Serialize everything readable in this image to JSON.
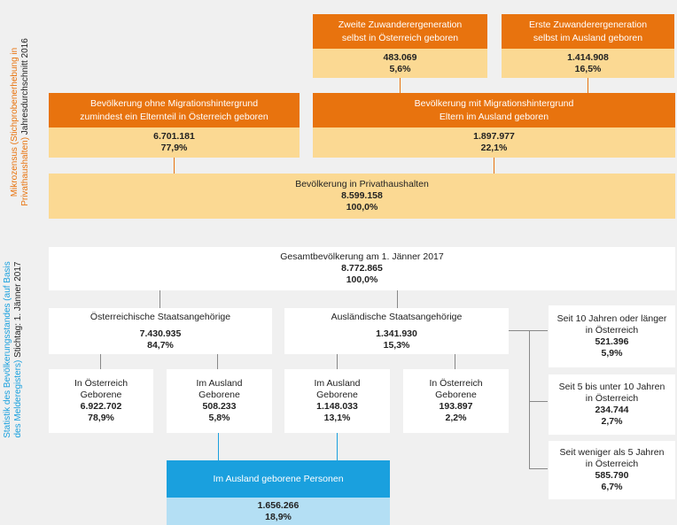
{
  "side": {
    "mikro_l1_colored": "Mikrozensus (Stichprobenerhebung in",
    "mikro_l2_colored": "Privathaushalten)",
    "mikro_l2_dark": "Jahresdurchschnitt 2016",
    "stat_l1_colored": "Statistik des Bevölkerungsstandes (auf Basis",
    "stat_l2_colored": "des Melderegisters)",
    "stat_l2_dark": "Stichtag: 1. Jänner 2017"
  },
  "zweite": {
    "line1": "Zweite Zuwanderergeneration",
    "line2": "selbst in Österreich geboren",
    "value": "483.069",
    "pct": "5,6%"
  },
  "erste": {
    "line1": "Erste Zuwanderergeneration",
    "line2": "selbst im Ausland geboren",
    "value": "1.414.908",
    "pct": "16,5%"
  },
  "ohne": {
    "line1": "Bevölkerung ohne Migrationshintergrund",
    "line2": "zumindest ein Elternteil in Österreich geboren",
    "value": "6.701.181",
    "pct": "77,9%"
  },
  "mit": {
    "line1": "Bevölkerung mit Migrationshintergrund",
    "line2": "Eltern im Ausland geboren",
    "value": "1.897.977",
    "pct": "22,1%"
  },
  "privat": {
    "label": "Bevölkerung in Privathaushalten",
    "value": "8.599.158",
    "pct": "100,0%"
  },
  "gesamt": {
    "label": "Gesamtbevölkerung am 1. Jänner 2017",
    "value": "8.772.865",
    "pct": "100,0%"
  },
  "oesterr": {
    "label": "Österreichische Staatsangehörige",
    "value": "7.430.935",
    "pct": "84,7%"
  },
  "ausl": {
    "label": "Ausländische Staatsangehörige",
    "value": "1.341.930",
    "pct": "15,3%"
  },
  "b1": {
    "line1": "In Österreich",
    "line2": "Geborene",
    "value": "6.922.702",
    "pct": "78,9%"
  },
  "b2": {
    "line1": "Im Ausland",
    "line2": "Geborene",
    "value": "508.233",
    "pct": "5,8%"
  },
  "b3": {
    "line1": "Im Ausland",
    "line2": "Geborene",
    "value": "1.148.033",
    "pct": "13,1%"
  },
  "b4": {
    "line1": "In Österreich",
    "line2": "Geborene",
    "value": "193.897",
    "pct": "2,2%"
  },
  "r1": {
    "line1": "Seit 10 Jahren oder länger",
    "line2": "in Österreich",
    "value": "521.396",
    "pct": "5,9%"
  },
  "r2": {
    "line1": "Seit 5 bis unter 10 Jahren",
    "line2": "in Österreich",
    "value": "234.744",
    "pct": "2,7%"
  },
  "r3": {
    "line1": "Seit weniger als 5 Jahren",
    "line2": "in Österreich",
    "value": "585.790",
    "pct": "6,7%"
  },
  "ausland": {
    "label": "Im Ausland geborene Personen",
    "value": "1.656.266",
    "pct": "18,9%"
  },
  "colors": {
    "orange": "#e8730e",
    "light_orange": "#fbd993",
    "blue": "#1aa0de",
    "light_blue": "#b4dff4",
    "white": "#ffffff"
  }
}
